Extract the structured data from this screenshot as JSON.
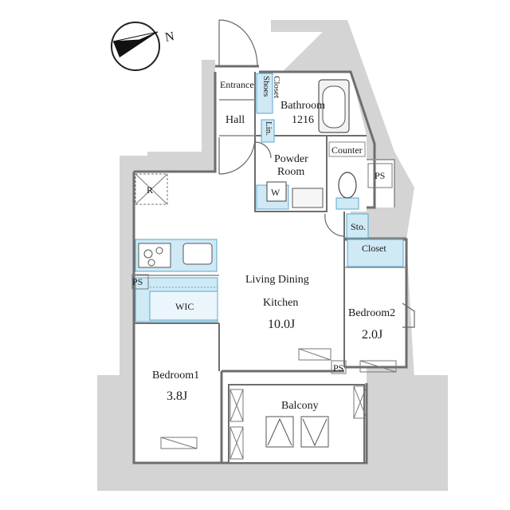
{
  "compass": {
    "label": "N",
    "icon": "north-arrow-icon"
  },
  "rooms": {
    "entrance": "Entrance",
    "shoes_closet_line1": "Shoes",
    "shoes_closet_line2": "Closet",
    "hall": "Hall",
    "linen": "Lin.",
    "bathroom": "Bathroom",
    "bathroom_size": "1216",
    "counter": "Counter",
    "powder_room_line1": "Powder",
    "powder_room_line2": "Room",
    "washer": "W",
    "ps_right": "PS",
    "storage": "Sto.",
    "refrigerator": "R",
    "closet": "Closet",
    "ps_left": "PS",
    "ldk_line1": "Living Dining",
    "ldk_line2": "Kitchen",
    "ldk_size": "10.0J",
    "wic": "WIC",
    "bedroom2": "Bedroom2",
    "bedroom2_size": "2.0J",
    "ps_bottom": "PS",
    "bedroom1": "Bedroom1",
    "bedroom1_size": "3.8J",
    "balcony": "Balcony"
  },
  "colors": {
    "wall": "#7a7a7a",
    "outer": "#cfcfcf",
    "fixture_blue": "#cfe9f5",
    "fixture_stroke": "#5aa9cf",
    "line": "#333333"
  }
}
